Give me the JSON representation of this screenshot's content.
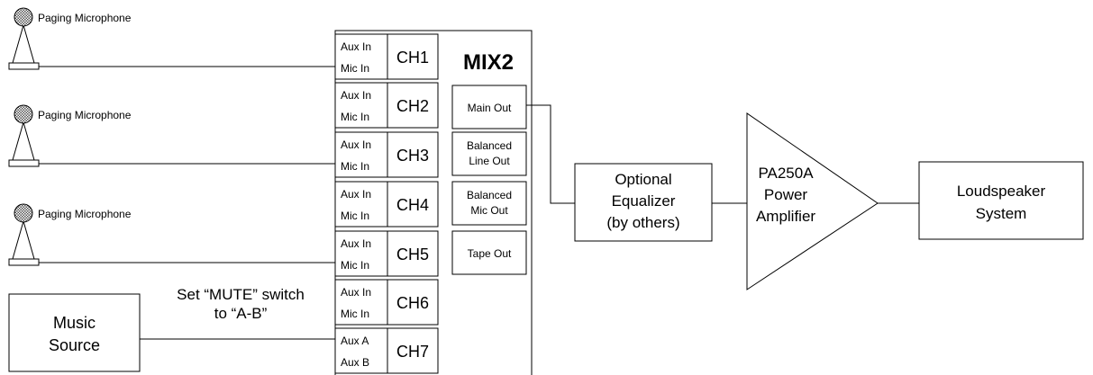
{
  "microphones": [
    {
      "label": "Paging Microphone"
    },
    {
      "label": "Paging Microphone"
    },
    {
      "label": "Paging Microphone"
    }
  ],
  "music_source": {
    "line1": "Music",
    "line2": "Source"
  },
  "mute_note": {
    "line1": "Set “MUTE” switch",
    "line2": "to “A-B”"
  },
  "mixer": {
    "title": "MIX2",
    "channels": [
      {
        "input_top": "Aux In",
        "input_bottom": "Mic In",
        "name": "CH1"
      },
      {
        "input_top": "Aux In",
        "input_bottom": "Mic In",
        "name": "CH2"
      },
      {
        "input_top": "Aux In",
        "input_bottom": "Mic In",
        "name": "CH3"
      },
      {
        "input_top": "Aux In",
        "input_bottom": "Mic In",
        "name": "CH4"
      },
      {
        "input_top": "Aux In",
        "input_bottom": "Mic In",
        "name": "CH5"
      },
      {
        "input_top": "Aux In",
        "input_bottom": "Mic In",
        "name": "CH6"
      },
      {
        "input_top": "Aux A",
        "input_bottom": "Aux B",
        "name": "CH7"
      }
    ],
    "outputs": [
      {
        "line1": "Main Out",
        "line2": ""
      },
      {
        "line1": "Balanced",
        "line2": "Line Out"
      },
      {
        "line1": "Balanced",
        "line2": "Mic Out"
      },
      {
        "line1": "Tape Out",
        "line2": ""
      }
    ]
  },
  "equalizer": {
    "line1": "Optional",
    "line2": "Equalizer",
    "line3": "(by others)"
  },
  "amplifier": {
    "line1": "PA250A",
    "line2": "Power",
    "line3": "Amplifier"
  },
  "loudspeaker": {
    "line1": "Loudspeaker",
    "line2": "System"
  }
}
